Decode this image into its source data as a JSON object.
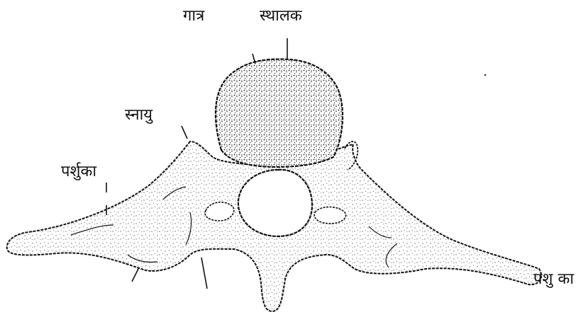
{
  "labels": {
    "gatra": "गात्र",
    "sthalak": "स्थालक",
    "snayu": "स्नायु",
    "parshuka_left": "पर्शुका",
    "parshuka_right": "पशु का"
  },
  "colors": {
    "ink": "#111111",
    "stipple": "#222222",
    "background": "#ffffff"
  }
}
